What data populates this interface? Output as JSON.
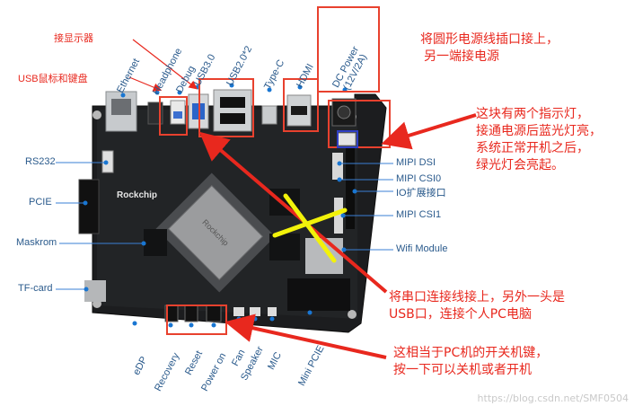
{
  "board": {
    "brand": "Rockchip",
    "colors": {
      "board": "#1c1d1f",
      "label": "#2a5a8c",
      "annotation": "#e8281e",
      "yellow": "#f2f20a",
      "dot": "#1976d2"
    }
  },
  "left_labels": [
    "RS232",
    "PCIE",
    "Maskrom",
    "TF-card"
  ],
  "top_labels": [
    "Ethernet",
    "Headphone",
    "Debug",
    "USB3.0",
    "USB2.0*2",
    "Type-C",
    "HDMI",
    "DC Power\n(12V/2A)"
  ],
  "right_labels": [
    "MIPI DSI",
    "MIPI CSI0",
    "IO扩展接口",
    "MIPI CSI1",
    "Wifi Module"
  ],
  "bottom_labels": [
    "eDP",
    "Recovery",
    "Reset",
    "Power on",
    "Fan",
    "Speaker",
    "MIC",
    "Mini PCIE"
  ],
  "red_labels": {
    "display": "接显示器",
    "usb_mouse_kb": "USB鼠标和键盘"
  },
  "notes": {
    "dc_power": [
      "将圆形电源线插口接上，",
      "另一端接电源"
    ],
    "lights": [
      "这块有两个指示灯，",
      "接通电源后蓝光灯亮，",
      "系统正常开机之后，",
      "绿光灯会亮起。"
    ],
    "serial": [
      "将串口连接线接上，另外一头是",
      "USB口，连接个人PC电脑"
    ],
    "power_button": [
      "这相当于PC机的开关机键，",
      "按一下可以关机或者开机"
    ]
  },
  "watermark": "https://blog.csdn.net/SMF0504"
}
